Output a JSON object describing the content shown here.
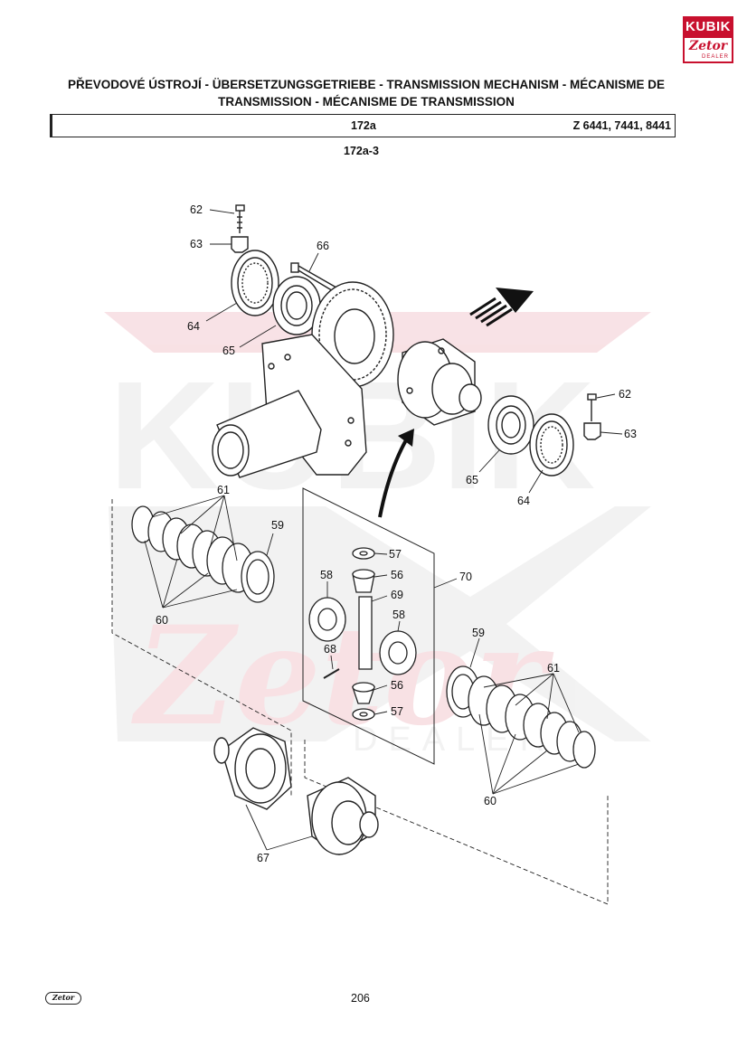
{
  "brand": {
    "kubik": "KUBIK",
    "zetor": "Zetor",
    "dealer": "DEALER"
  },
  "header": {
    "title_line1": "PŘEVODOVÉ ÚSTROJÍ - ÜBERSETZUNGSGETRIEBE - TRANSMISSION MECHANISM - MÉCANISME DE",
    "title_line2": "TRANSMISSION - MÉCANISME DE TRANSMISSION",
    "section_code": "172a",
    "models": "Z 6441, 7441, 8441",
    "sub_code": "172a-3"
  },
  "callouts": {
    "c56a": "56",
    "c56b": "56",
    "c57a": "57",
    "c57b": "57",
    "c58a": "58",
    "c58b": "58",
    "c59a": "59",
    "c59b": "59",
    "c60a": "60",
    "c60b": "60",
    "c61a": "61",
    "c61b": "61",
    "c62a": "62",
    "c62b": "62",
    "c63a": "63",
    "c63b": "63",
    "c64a": "64",
    "c64b": "64",
    "c65a": "65",
    "c65b": "65",
    "c66": "66",
    "c67": "67",
    "c68": "68",
    "c69": "69",
    "c70": "70"
  },
  "watermark": {
    "text_main": "KUBIK",
    "text_script": "Zetor",
    "text_dealer": "DEALER"
  },
  "footer": {
    "logo": "Zetor",
    "page_number": "206"
  }
}
